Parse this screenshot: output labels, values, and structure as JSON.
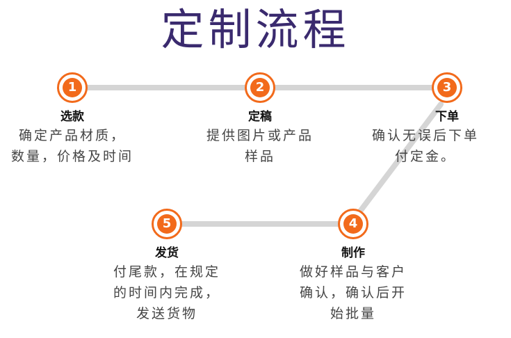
{
  "title": "定制流程",
  "colors": {
    "accent": "#f26a1b",
    "title": "#3a2a6e",
    "connector": "#d5d5d5"
  },
  "steps": [
    {
      "number": "1",
      "title": "选款",
      "desc": [
        "确定产品材质，",
        "数量，价格及时间"
      ]
    },
    {
      "number": "2",
      "title": "定稿",
      "desc": [
        "提供图片或产品",
        "样品"
      ]
    },
    {
      "number": "3",
      "title": "下单",
      "desc": [
        "确认无误后下单",
        "付定金。"
      ]
    },
    {
      "number": "4",
      "title": "制作",
      "desc": [
        "做好样品与客户",
        "确认，确认后开",
        "始批量"
      ]
    },
    {
      "number": "5",
      "title": "发货",
      "desc": [
        "付尾款，在规定",
        "的时间内完成，",
        "发送货物"
      ]
    }
  ]
}
